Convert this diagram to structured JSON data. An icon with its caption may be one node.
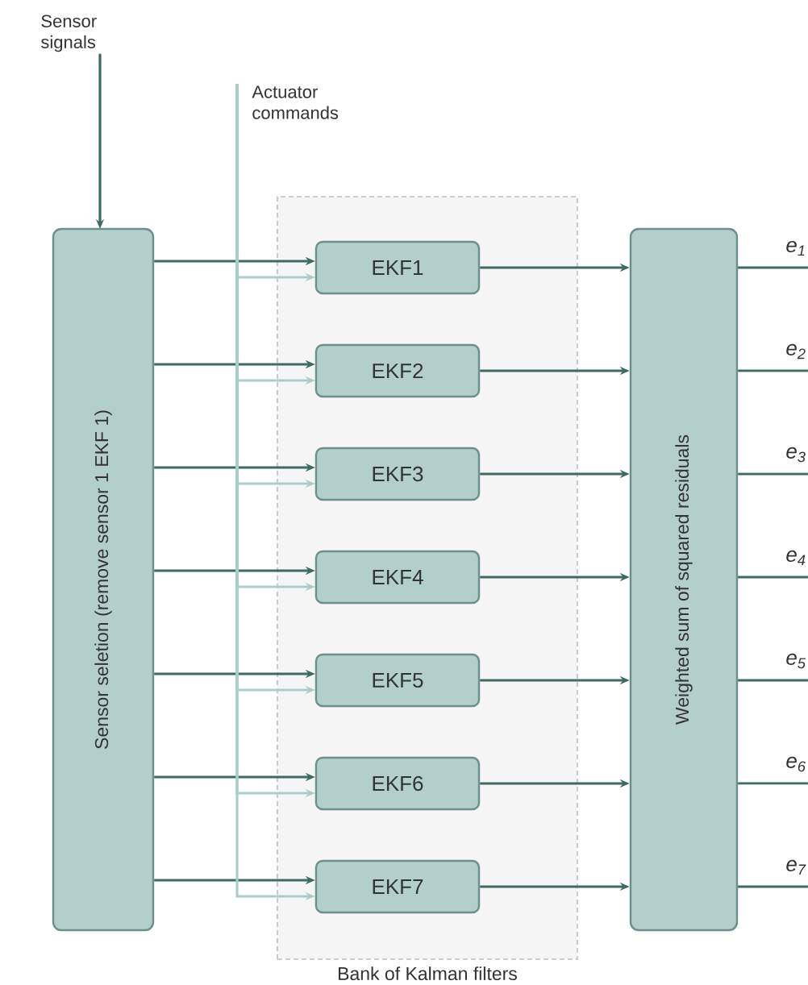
{
  "diagram": {
    "nodes": [
      {
        "text": [
          "Sensor signals"
        ]
      },
      {
        "text": [
          "Sensor seletion (remove sensor 1 EKF 1)"
        ]
      },
      {
        "text": [
          "Actuator commands"
        ]
      },
      {
        "text": [
          "Bank of Kalman filters"
        ]
      },
      {
        "text": [
          "EKF1"
        ],
        "in": 3
      },
      {
        "text": [
          "EKF2"
        ],
        "in": 3
      },
      {
        "text": [
          "EKF3"
        ],
        "in": 3
      },
      {
        "text": [
          "EKF4"
        ],
        "in": 3
      },
      {
        "text": [
          "EKF5"
        ],
        "in": 3
      },
      {
        "text": [
          "EKF6"
        ],
        "in": 3
      },
      {
        "text": [
          "EKF7"
        ],
        "in": 3
      },
      {
        "text": [
          "Weighted sum of squared residuals"
        ]
      }
    ],
    "edges": [
      {
        "from": 0,
        "to": 1,
        "arrow": "to"
      },
      {
        "from": 1,
        "to": 4,
        "arrow": "to"
      },
      {
        "from": 1,
        "to": 5,
        "arrow": "to"
      },
      {
        "from": 1,
        "to": 6,
        "arrow": "to"
      },
      {
        "from": 1,
        "to": 7,
        "arrow": "to"
      },
      {
        "from": 1,
        "to": 8,
        "arrow": "to"
      },
      {
        "from": 1,
        "to": 9,
        "arrow": "to"
      },
      {
        "from": 1,
        "to": 10,
        "arrow": "to"
      },
      {
        "from": 2,
        "to": 4,
        "arrow": "to",
        "color": "#a9cdc8"
      },
      {
        "from": 2,
        "to": 5,
        "arrow": "to",
        "color": "#a9cdc8"
      },
      {
        "from": 2,
        "to": 6,
        "arrow": "to",
        "color": "#a9cdc8"
      },
      {
        "from": 2,
        "to": 7,
        "arrow": "to",
        "color": "#a9cdc8"
      },
      {
        "from": 2,
        "to": 8,
        "arrow": "to",
        "color": "#a9cdc8"
      },
      {
        "from": 2,
        "to": 9,
        "arrow": "to",
        "color": "#a9cdc8"
      },
      {
        "from": 2,
        "to": 10,
        "arrow": "to",
        "color": "#a9cdc8"
      },
      {
        "from": 4,
        "to": 11,
        "arrow": "to"
      },
      {
        "from": 5,
        "to": 11,
        "arrow": "to"
      },
      {
        "from": 6,
        "to": 11,
        "arrow": "to"
      },
      {
        "from": 7,
        "to": 11,
        "arrow": "to"
      },
      {
        "from": 8,
        "to": 11,
        "arrow": "to"
      },
      {
        "from": 9,
        "to": 11,
        "arrow": "to"
      },
      {
        "from": 10,
        "to": 11,
        "arrow": "to"
      },
      {
        "from": 11,
        "to": null,
        "arrow": "none",
        "label": "e$_{1}$"
      },
      {
        "from": 11,
        "to": null,
        "arrow": "none",
        "label": "e$_{2}$"
      },
      {
        "from": 11,
        "to": null,
        "arrow": "none",
        "label": "e$_{3}$"
      },
      {
        "from": 11,
        "to": null,
        "arrow": "none",
        "label": "e$_{4}$"
      },
      {
        "from": 11,
        "to": null,
        "arrow": "none",
        "label": "e$_{5}$"
      },
      {
        "from": 11,
        "to": null,
        "arrow": "none",
        "label": "e$_{6}$"
      },
      {
        "from": 11,
        "to": null,
        "arrow": "none",
        "label": "e$_{7}$"
      }
    ]
  }
}
